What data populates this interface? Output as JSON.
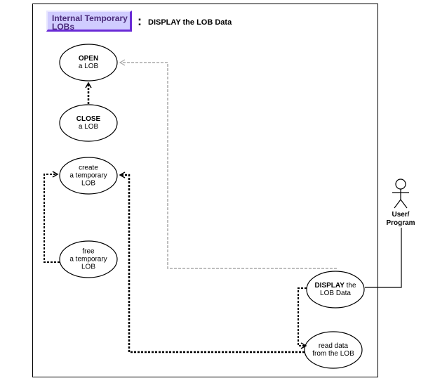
{
  "header": {
    "category_badge": [
      "Internal Temporary",
      "LOBs"
    ],
    "separator": ":",
    "title": "DISPLAY the LOB Data"
  },
  "use_cases": [
    {
      "id": "open",
      "lines": [
        "OPEN",
        "a LOB"
      ],
      "bold_first": true
    },
    {
      "id": "close",
      "lines": [
        "CLOSE",
        "a LOB"
      ],
      "bold_first": true
    },
    {
      "id": "create",
      "lines": [
        "create",
        "a temporary",
        "LOB"
      ],
      "bold_first": false
    },
    {
      "id": "free",
      "lines": [
        "free",
        "a temporary",
        "LOB"
      ],
      "bold_first": false
    },
    {
      "id": "display",
      "lines": [
        "DISPLAY the",
        "LOB Data"
      ],
      "bold_word": "DISPLAY"
    },
    {
      "id": "read",
      "lines": [
        "read data",
        "from the LOB"
      ],
      "bold_first": false
    }
  ],
  "actor": {
    "label_lines": [
      "User/",
      "Program"
    ]
  },
  "relationships": [
    {
      "from": "close",
      "to": "open",
      "style": "dotted-black"
    },
    {
      "from": "free",
      "to": "create",
      "style": "dotted-black"
    },
    {
      "from": "display",
      "to": "open",
      "style": "dashed-gray"
    },
    {
      "from": "read",
      "to": "create",
      "style": "dotted-black"
    },
    {
      "from": "display",
      "to": "read",
      "style": "dotted-black"
    },
    {
      "from": "actor",
      "to": "display",
      "style": "solid"
    }
  ],
  "colors": {
    "badge_bg": "#d0ccff",
    "badge_text": "#4a2a7a",
    "badge_shadow": "#6a2bd6",
    "gray_link": "#a8a8a8"
  }
}
